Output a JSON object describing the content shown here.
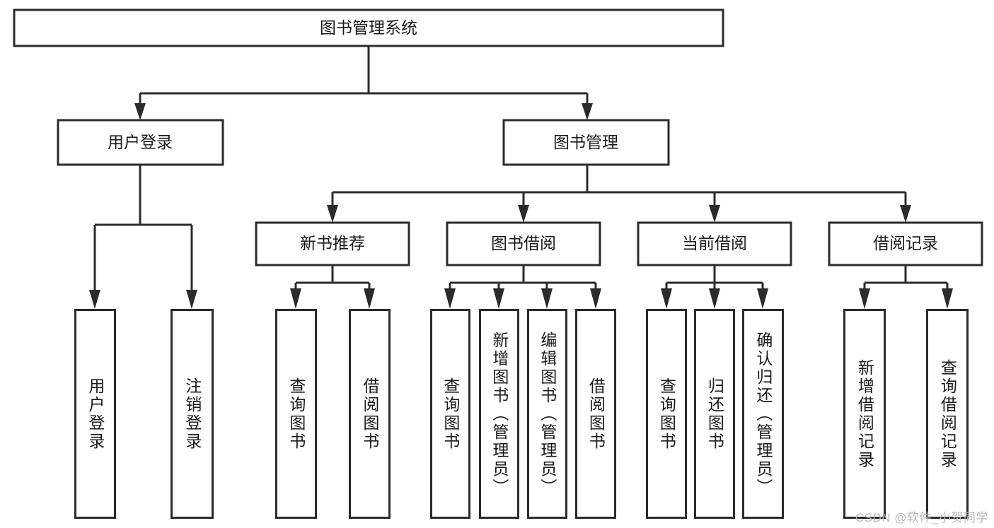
{
  "diagram": {
    "type": "tree-hierarchy-chart",
    "title": "图书管理系统",
    "watermark": "CSDN @软件_小贺同学",
    "colors": {
      "box_stroke": "#2b2b2b",
      "box_fill": "#ffffff",
      "text": "#1a1a1a",
      "connector": "#2b2b2b",
      "background": "#ffffff",
      "watermark": "#b9b9b9"
    },
    "root": {
      "label": "图书管理系统"
    },
    "level2": [
      {
        "label": "用户登录"
      },
      {
        "label": "图书管理"
      }
    ],
    "level3": [
      {
        "label": "新书推荐"
      },
      {
        "label": "图书借阅"
      },
      {
        "label": "当前借阅"
      },
      {
        "label": "借阅记录"
      }
    ],
    "leaves": {
      "user_login": [
        {
          "label": "用户登录"
        },
        {
          "label": "注销登录"
        }
      ],
      "new_book_recommend": [
        {
          "label": "查询图书"
        },
        {
          "label": "借阅图书"
        }
      ],
      "book_borrow": [
        {
          "label": "查询图书"
        },
        {
          "label": "新增图书（管理员）"
        },
        {
          "label": "编辑图书（管理员）"
        },
        {
          "label": "借阅图书"
        }
      ],
      "current_borrow": [
        {
          "label": "查询图书"
        },
        {
          "label": "归还图书"
        },
        {
          "label": "确认归还（管理员）"
        }
      ],
      "borrow_record": [
        {
          "label": "新增借阅记录"
        },
        {
          "label": "查询借阅记录"
        }
      ]
    }
  }
}
